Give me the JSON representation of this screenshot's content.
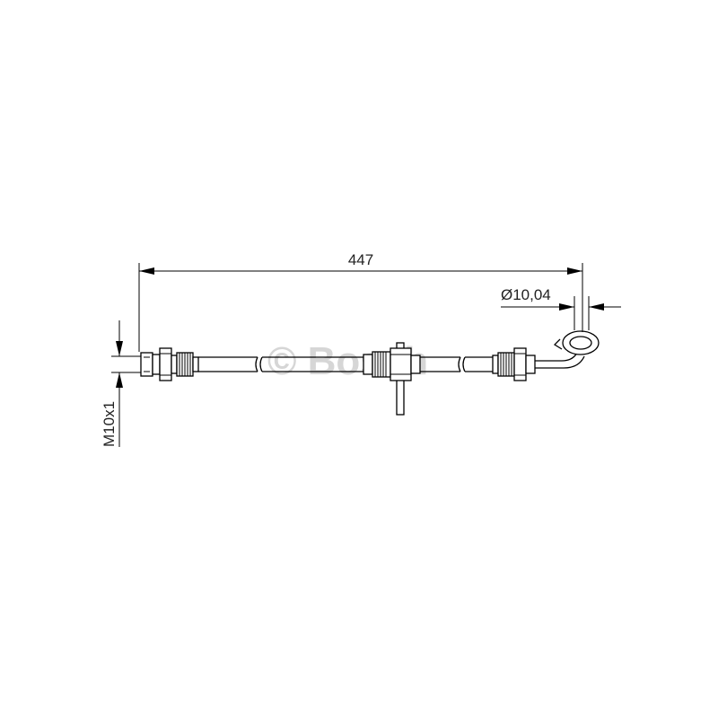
{
  "dimensions": {
    "length": "447",
    "thread": "M10x1",
    "eye_diameter": "Ø10,04"
  },
  "watermark": {
    "text": "© Bosch",
    "color": "#b0b0b0"
  },
  "colors": {
    "line": "#000000",
    "background": "#ffffff"
  }
}
